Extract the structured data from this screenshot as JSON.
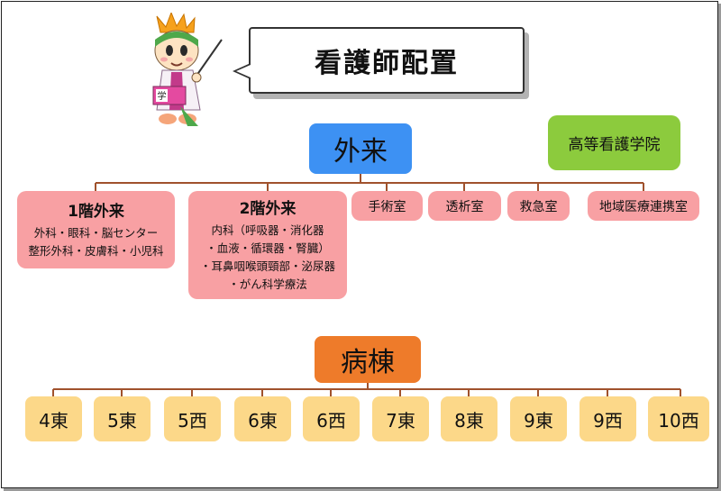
{
  "title": "看護師配置",
  "outpatient": {
    "label": "外来",
    "floor1": {
      "title": "1階外来",
      "lines": [
        "外科・眼科・脳センター",
        "整形外科・皮膚科・小児科"
      ]
    },
    "floor2": {
      "title": "2階外来",
      "lines": [
        "内科（呼吸器・消化器",
        "・血液・循環器・腎臓）",
        "・耳鼻咽喉頭頸部・泌尿器",
        "・がん科学療法"
      ]
    },
    "units": [
      "手術室",
      "透析室",
      "救急室",
      "地域医療連携室"
    ]
  },
  "nursing_school": "高等看護学院",
  "wards": {
    "label": "病棟",
    "items": [
      "4東",
      "5東",
      "5西",
      "6東",
      "6西",
      "7東",
      "8東",
      "9東",
      "9西",
      "10西"
    ]
  },
  "mascot": {
    "book_label": "学"
  },
  "colors": {
    "outpatient": "#3d91f3",
    "department": "#f8a0a3",
    "nursing_school": "#8ccb3d",
    "ward_header": "#ee7b2a",
    "ward_item": "#fcd889",
    "connector": "#a0522d"
  }
}
